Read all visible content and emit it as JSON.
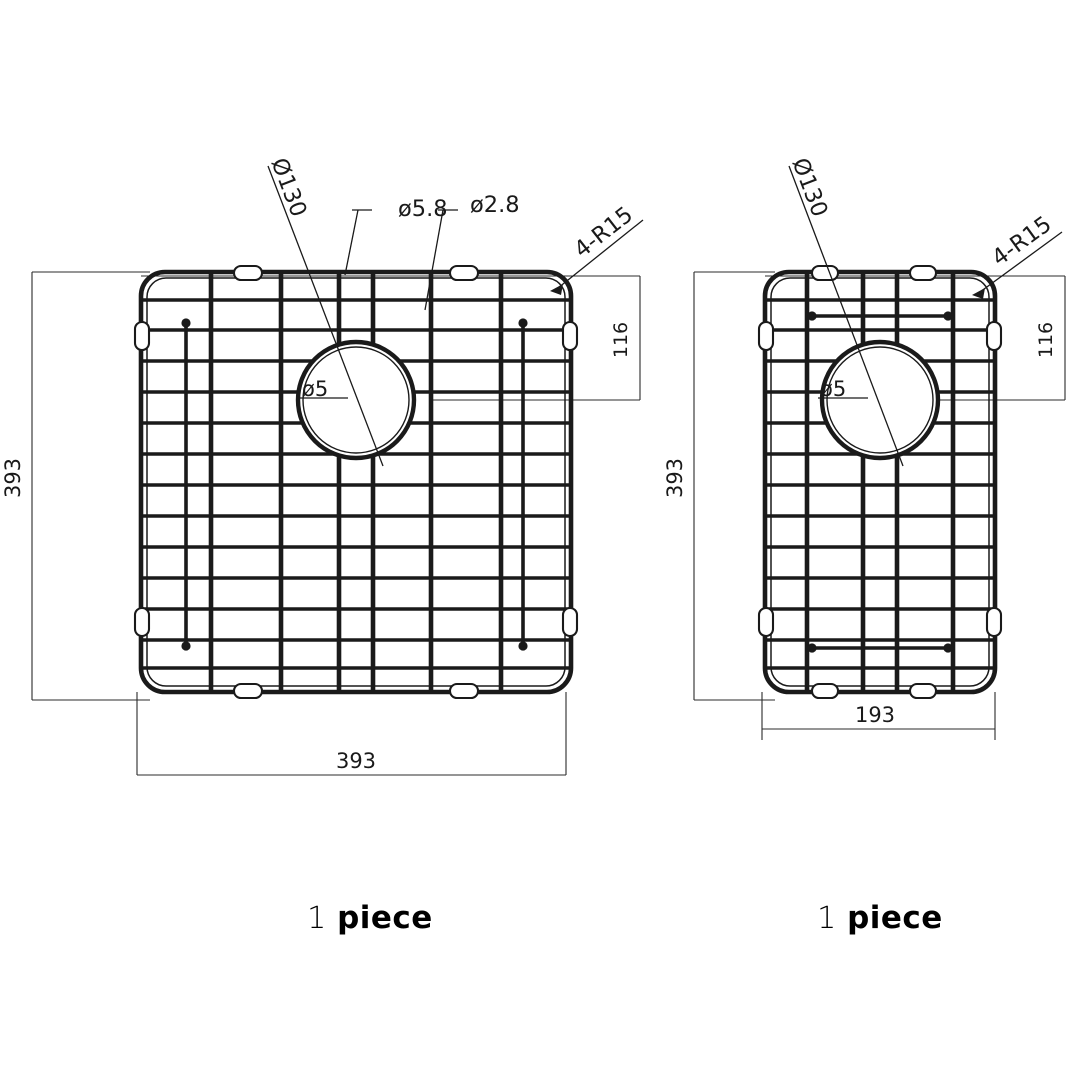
{
  "document": {
    "type": "technical-drawing",
    "title": "Sink grid bottom rinse grid dimension drawing",
    "background_color": "#ffffff",
    "line_color": "#1a1a1a",
    "text_color": "#1a1a1a"
  },
  "views": [
    {
      "id": "left-view",
      "name": "large-square-grid",
      "caption": {
        "qty": "1",
        "unit": "piece"
      },
      "dimensions": {
        "width": "393",
        "height": "393",
        "drain_offset": "116",
        "drain_offset_label": "116"
      },
      "callouts": [
        {
          "id": "dia130",
          "label": "Ø130",
          "name": "drain-ring-diameter"
        },
        {
          "id": "dia58",
          "label": "ø5.8",
          "name": "frame-wire-diameter"
        },
        {
          "id": "dia28",
          "label": "ø2.8",
          "name": "grid-wire-diameter"
        },
        {
          "id": "r15",
          "label": "4-R15",
          "name": "corner-radius"
        },
        {
          "id": "dia5",
          "label": "ø5",
          "name": "ring-wire-diameter"
        }
      ]
    },
    {
      "id": "right-view",
      "name": "narrow-rectangular-grid",
      "caption": {
        "qty": "1",
        "unit": "piece"
      },
      "dimensions": {
        "width": "193",
        "height": "393",
        "drain_offset": "116",
        "drain_offset_label": "116"
      },
      "callouts": [
        {
          "id": "dia130",
          "label": "Ø130",
          "name": "drain-ring-diameter"
        },
        {
          "id": "r15",
          "label": "4-R15",
          "name": "corner-radius"
        },
        {
          "id": "dia5",
          "label": "ø5",
          "name": "ring-wire-diameter"
        }
      ]
    }
  ],
  "labels": {
    "left": {
      "dia130": "Ø130",
      "dia58": "ø5.8",
      "dia28": "ø2.8",
      "r15": "4-R15",
      "dia5": "ø5",
      "dim_height": "393",
      "dim_width": "393",
      "dim_offset": "116",
      "caption_qty": "1",
      "caption_unit": "piece"
    },
    "right": {
      "dia130": "Ø130",
      "r15": "4-R15",
      "dia5": "ø5",
      "dim_height": "393",
      "dim_width": "193",
      "dim_offset": "116",
      "caption_qty": "1",
      "caption_unit": "piece"
    }
  }
}
